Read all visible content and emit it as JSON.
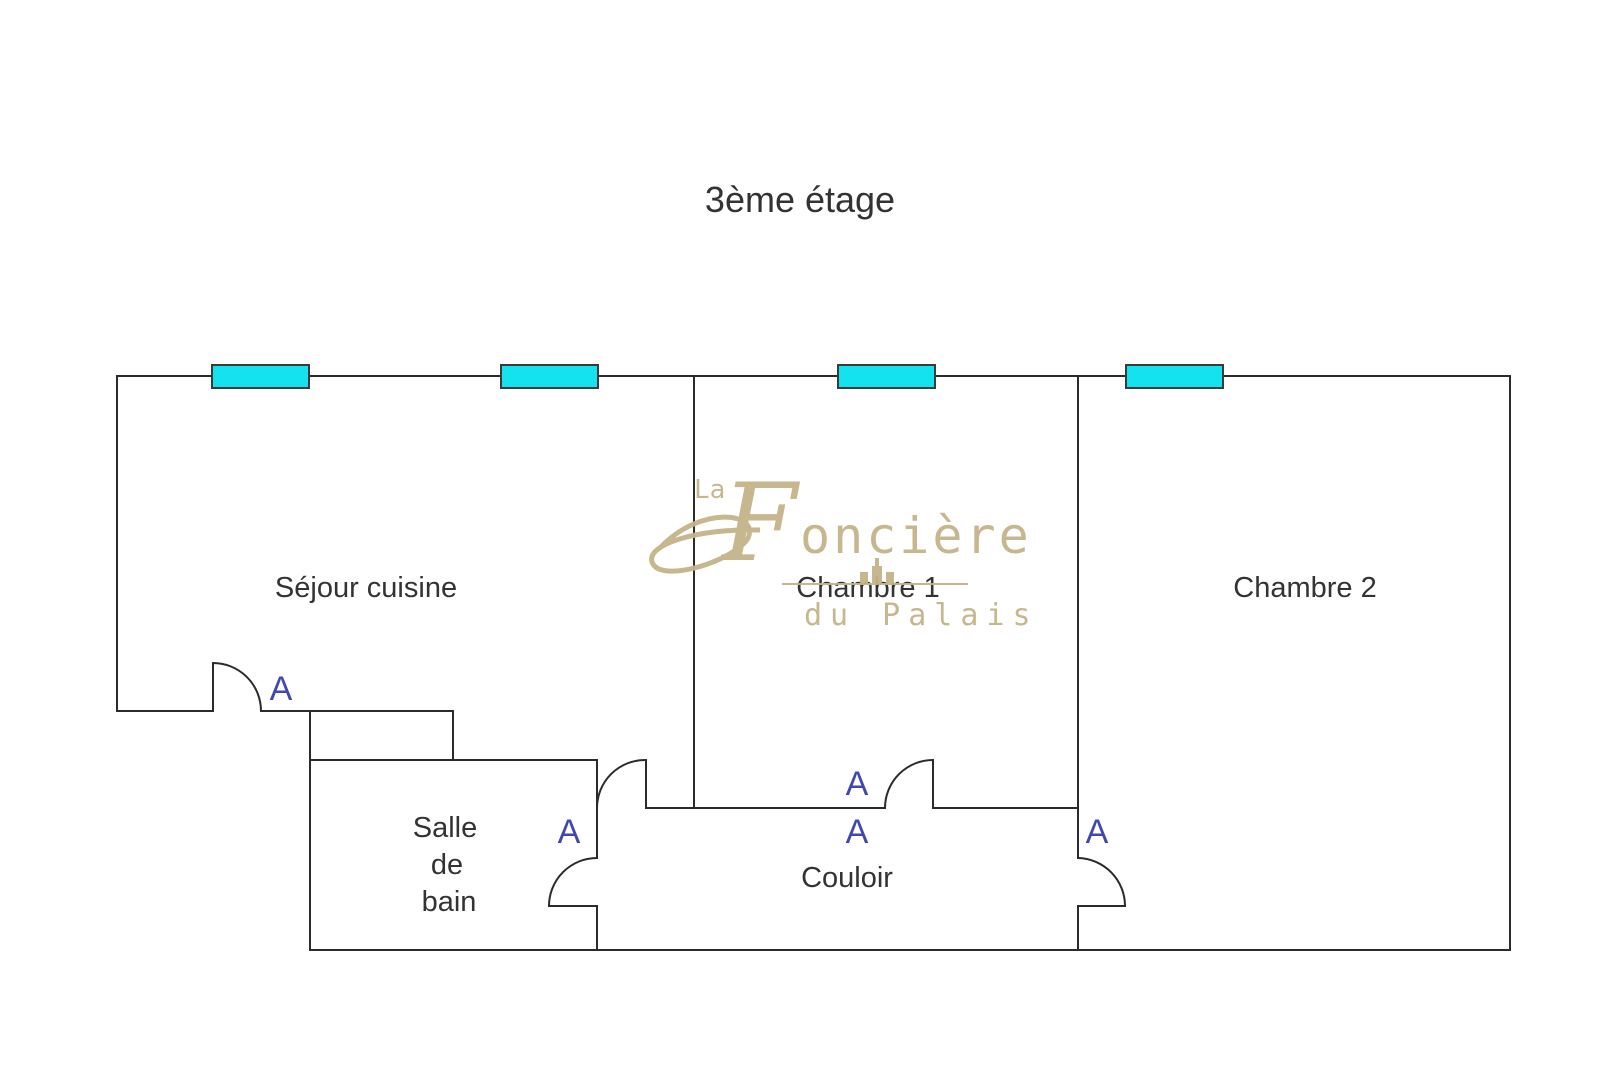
{
  "title": "3ème étage",
  "rooms": {
    "sejour": "Séjour cuisine",
    "chambre1": "Chambre 1",
    "chambre2": "Chambre 2",
    "sdb_line1": "Salle",
    "sdb_line2": "de",
    "sdb_line3": "bain",
    "couloir": "Couloir"
  },
  "door_tag": "A",
  "watermark": {
    "article": "La",
    "initial": "F",
    "name": "oncière",
    "subtitle": "du Palais"
  },
  "colors": {
    "window": "#14e2ee",
    "wall": "#2b2b2b",
    "door_tag": "#4048b0",
    "watermark": "#c5b48a"
  }
}
